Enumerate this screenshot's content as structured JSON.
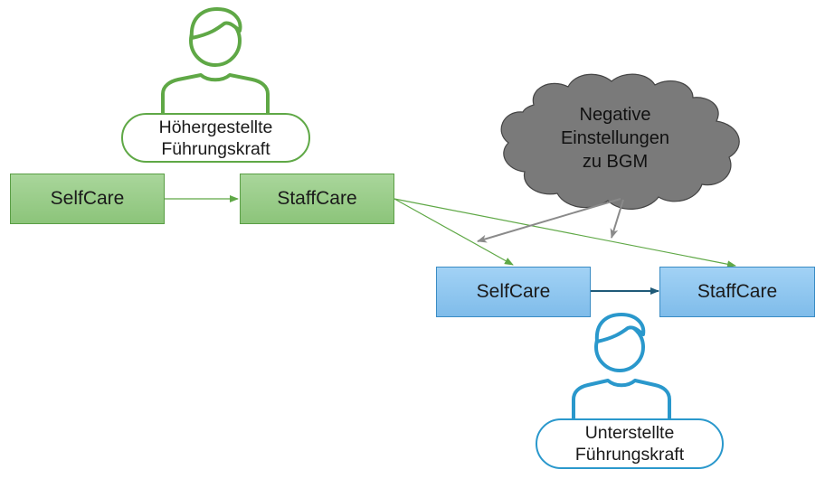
{
  "diagram": {
    "upper_leader": {
      "label_line1": "Höhergestellte",
      "label_line2": "Führungskraft",
      "icon": "person-icon",
      "color": "#5fa846"
    },
    "upper_boxes": [
      {
        "label": "SelfCare"
      },
      {
        "label": "StaffCare"
      }
    ],
    "cloud": {
      "line1": "Negative",
      "line2": "Einstellungen",
      "line3": "zu BGM",
      "color": "#7f7f7f"
    },
    "lower_boxes": [
      {
        "label": "SelfCare"
      },
      {
        "label": "StaffCare"
      }
    ],
    "lower_leader": {
      "label_line1": "Unterstellte",
      "label_line2": "Führungskraft",
      "icon": "person-icon",
      "color": "#2a98cc"
    },
    "colors": {
      "green": "#8cc47a",
      "blue": "#7fbcea",
      "arrow_green": "#5fa846",
      "arrow_gray": "#8a8a8a",
      "arrow_dark": "#1f5a78"
    }
  }
}
